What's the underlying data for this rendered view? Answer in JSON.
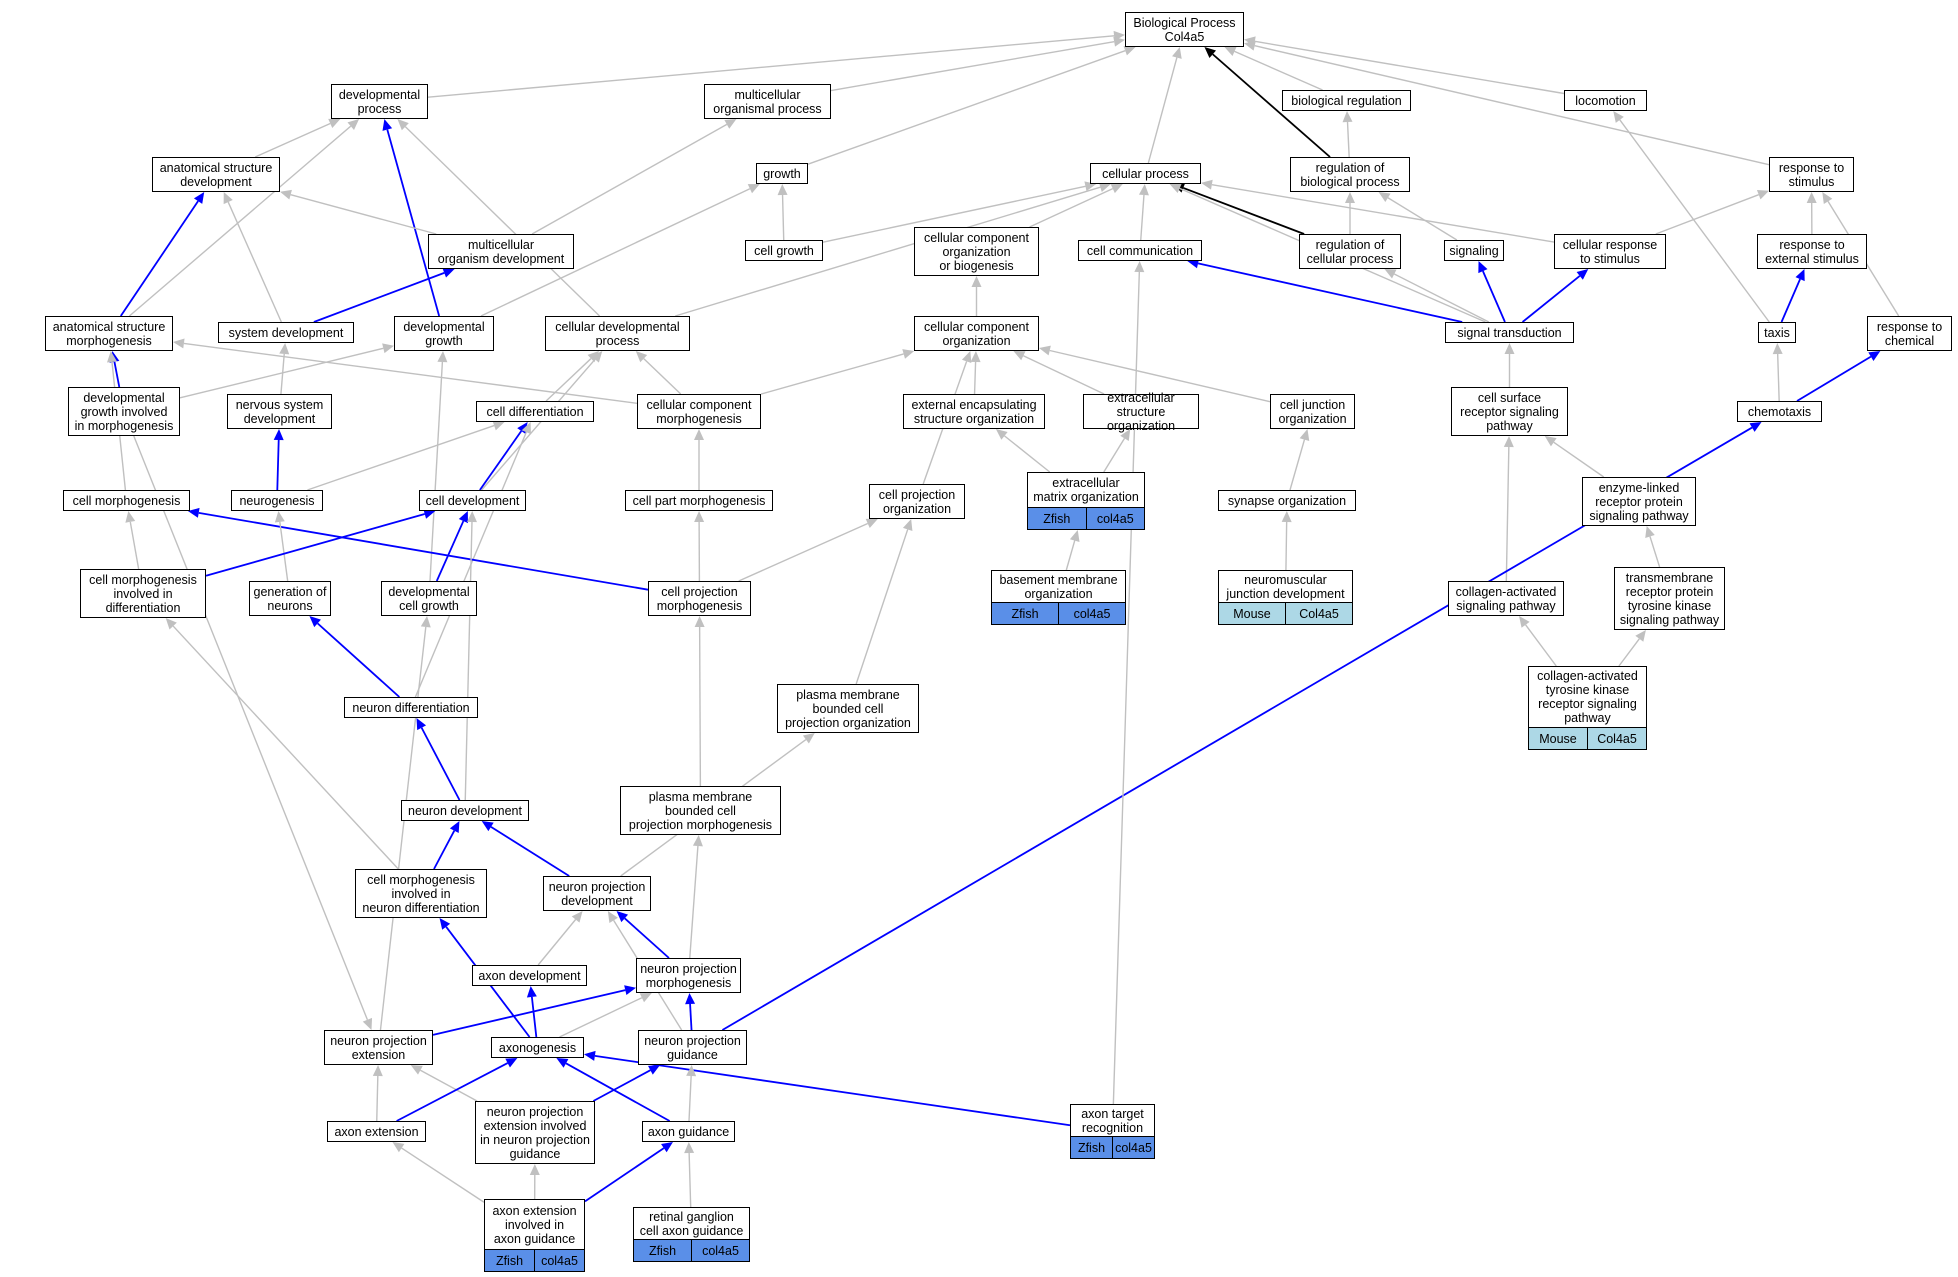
{
  "colors": {
    "grey_edge": "#c0c0c0",
    "blue_edge": "#0000ff",
    "black_edge": "#000000",
    "zfish": "#5a8fe8",
    "mouse": "#add8e6"
  },
  "nodes": {
    "root": "Biological Process\nCol4a5",
    "dev_process": "developmental\nprocess",
    "multicell_proc": "multicellular\norganismal process",
    "bio_reg": "biological regulation",
    "locomotion": "locomotion",
    "anat_struct_dev": "anatomical structure\ndevelopment",
    "growth": "growth",
    "cellular_process": "cellular process",
    "reg_bio_proc": "regulation of\nbiological process",
    "response_stim": "response to\nstimulus",
    "multicell_org_dev": "multicellular\norganism development",
    "cell_growth": "cell growth",
    "ccobg": "cellular component\norganization\nor biogenesis",
    "cell_comm": "cell communication",
    "reg_cell_proc": "regulation of\ncellular process",
    "signaling": "signaling",
    "cell_resp_stim": "cellular response\nto stimulus",
    "resp_ext_stim": "response to\nexternal stimulus",
    "anat_struct_morph": "anatomical structure\nmorphogenesis",
    "system_dev": "system development",
    "dev_growth": "developmental\ngrowth",
    "cell_dev_process": "cellular developmental\nprocess",
    "cc_org": "cellular component\norganization",
    "signal_trans": "signal transduction",
    "taxis": "taxis",
    "resp_chem": "response to\nchemical",
    "dev_growth_morph": "developmental\ngrowth involved\nin morphogenesis",
    "nerv_sys_dev": "nervous system\ndevelopment",
    "cell_diff": "cell differentiation",
    "cc_morph": "cellular component\nmorphogenesis",
    "ext_encap": "external encapsulating\nstructure organization",
    "ecm_struct_org": "extracellular\nstructure organization",
    "cell_junc_org": "cell junction\norganization",
    "cs_rec_sig": "cell surface\nreceptor signaling\npathway",
    "chemotaxis": "chemotaxis",
    "cell_morph": "cell morphogenesis",
    "neurogenesis": "neurogenesis",
    "cell_development": "cell development",
    "cell_part_morph": "cell part morphogenesis",
    "cell_proj_org": "cell projection\norganization",
    "ecm_org": "extracellular\nmatrix organization",
    "synapse_org": "synapse organization",
    "enzyme_linked": "enzyme-linked\nreceptor protein\nsignaling pathway",
    "cell_morph_diff": "cell morphogenesis\ninvolved in\ndifferentiation",
    "gen_neurons": "generation of\nneurons",
    "dev_cell_growth": "developmental\ncell growth",
    "cell_proj_morph": "cell projection\nmorphogenesis",
    "basement_membrane": "basement membrane\norganization",
    "nmj_dev": "neuromuscular\njunction development",
    "collagen_act_sig": "collagen-activated\nsignaling pathway",
    "tm_rtk": "transmembrane\nreceptor protein\ntyrosine kinase\nsignaling pathway",
    "neuron_diff": "neuron differentiation",
    "pmb_cell_proj_org": "plasma membrane\nbounded cell\nprojection organization",
    "collagen_rtk": "collagen-activated\ntyrosine kinase\nreceptor signaling\npathway",
    "neuron_dev": "neuron development",
    "pmb_cell_proj_morph": "plasma membrane\nbounded cell\nprojection morphogenesis",
    "cell_morph_neuron_diff": "cell morphogenesis\ninvolved in\nneuron differentiation",
    "neuron_proj_dev": "neuron projection\ndevelopment",
    "axon_dev": "axon development",
    "neuron_proj_morph": "neuron projection\nmorphogenesis",
    "neuron_proj_ext": "neuron projection\nextension",
    "axonogenesis": "axonogenesis",
    "neuron_proj_guid": "neuron projection\nguidance",
    "axon_extension": "axon extension",
    "npe_guidance": "neuron projection\nextension involved\nin neuron projection\nguidance",
    "axon_guidance": "axon guidance",
    "axon_target": "axon target\nrecognition",
    "axon_ext_guid": "axon extension\ninvolved in\naxon guidance",
    "rgc_guidance": "retinal ganglion\ncell axon guidance"
  },
  "annotations": {
    "ecm_org": [
      "Zfish",
      "col4a5"
    ],
    "basement_membrane": [
      "Zfish",
      "col4a5"
    ],
    "nmj_dev": [
      "Mouse",
      "Col4a5"
    ],
    "collagen_rtk": [
      "Mouse",
      "Col4a5"
    ],
    "axon_target": [
      "Zfish",
      "col4a5"
    ],
    "axon_ext_guid": [
      "Zfish",
      "col4a5"
    ],
    "rgc_guidance": [
      "Zfish",
      "col4a5"
    ]
  },
  "edges": [
    [
      "dev_process",
      "root",
      "g"
    ],
    [
      "multicell_proc",
      "root",
      "g"
    ],
    [
      "growth",
      "root",
      "g"
    ],
    [
      "cellular_process",
      "root",
      "g"
    ],
    [
      "bio_reg",
      "root",
      "g"
    ],
    [
      "reg_bio_proc",
      "root",
      "k"
    ],
    [
      "locomotion",
      "root",
      "g"
    ],
    [
      "response_stim",
      "root",
      "g"
    ],
    [
      "anat_struct_dev",
      "dev_process",
      "g"
    ],
    [
      "anat_struct_morph",
      "dev_process",
      "g"
    ],
    [
      "dev_growth",
      "dev_process",
      "b"
    ],
    [
      "cell_dev_process",
      "dev_process",
      "g"
    ],
    [
      "multicell_org_dev",
      "multicell_proc",
      "g"
    ],
    [
      "reg_bio_proc",
      "bio_reg",
      "g"
    ],
    [
      "taxis",
      "locomotion",
      "g"
    ],
    [
      "anat_struct_morph",
      "anat_struct_dev",
      "b"
    ],
    [
      "multicell_org_dev",
      "anat_struct_dev",
      "g"
    ],
    [
      "system_dev",
      "anat_struct_dev",
      "g"
    ],
    [
      "cell_growth",
      "growth",
      "g"
    ],
    [
      "dev_growth",
      "growth",
      "g"
    ],
    [
      "cell_growth",
      "cellular_process",
      "g"
    ],
    [
      "ccobg",
      "cellular_process",
      "g"
    ],
    [
      "cell_comm",
      "cellular_process",
      "g"
    ],
    [
      "reg_cell_proc",
      "cellular_process",
      "k"
    ],
    [
      "cell_resp_stim",
      "cellular_process",
      "g"
    ],
    [
      "cell_dev_process",
      "cellular_process",
      "g"
    ],
    [
      "signal_trans",
      "cellular_process",
      "g"
    ],
    [
      "reg_cell_proc",
      "reg_bio_proc",
      "g"
    ],
    [
      "signaling",
      "reg_bio_proc",
      "g"
    ],
    [
      "cell_resp_stim",
      "response_stim",
      "g"
    ],
    [
      "resp_ext_stim",
      "response_stim",
      "g"
    ],
    [
      "resp_chem",
      "response_stim",
      "g"
    ],
    [
      "system_dev",
      "multicell_org_dev",
      "b"
    ],
    [
      "cc_org",
      "ccobg",
      "g"
    ],
    [
      "signal_trans",
      "cell_comm",
      "b"
    ],
    [
      "signal_trans",
      "reg_cell_proc",
      "g"
    ],
    [
      "signal_trans",
      "signaling",
      "b"
    ],
    [
      "signal_trans",
      "cell_resp_stim",
      "b"
    ],
    [
      "taxis",
      "resp_ext_stim",
      "b"
    ],
    [
      "dev_growth_morph",
      "anat_struct_morph",
      "b"
    ],
    [
      "cell_morph",
      "anat_struct_morph",
      "g"
    ],
    [
      "cc_morph",
      "anat_struct_morph",
      "g"
    ],
    [
      "nerv_sys_dev",
      "system_dev",
      "g"
    ],
    [
      "dev_growth_morph",
      "dev_growth",
      "g"
    ],
    [
      "dev_cell_growth",
      "dev_growth",
      "g"
    ],
    [
      "cell_diff",
      "cell_dev_process",
      "g"
    ],
    [
      "cc_morph",
      "cell_dev_process",
      "g"
    ],
    [
      "cell_development",
      "cell_dev_process",
      "g"
    ],
    [
      "cc_morph",
      "cc_org",
      "g"
    ],
    [
      "ext_encap",
      "cc_org",
      "g"
    ],
    [
      "ecm_struct_org",
      "cc_org",
      "g"
    ],
    [
      "cell_junc_org",
      "cc_org",
      "g"
    ],
    [
      "cell_proj_org",
      "cc_org",
      "g"
    ],
    [
      "cs_rec_sig",
      "signal_trans",
      "g"
    ],
    [
      "chemotaxis",
      "taxis",
      "g"
    ],
    [
      "chemotaxis",
      "resp_chem",
      "b"
    ],
    [
      "neurogenesis",
      "nerv_sys_dev",
      "b"
    ],
    [
      "neurogenesis",
      "cell_diff",
      "g"
    ],
    [
      "cell_development",
      "cell_diff",
      "b"
    ],
    [
      "neuron_diff",
      "cell_diff",
      "g"
    ],
    [
      "cell_part_morph",
      "cc_morph",
      "g"
    ],
    [
      "ecm_org",
      "ext_encap",
      "g"
    ],
    [
      "ecm_org",
      "ecm_struct_org",
      "g"
    ],
    [
      "synapse_org",
      "cell_junc_org",
      "g"
    ],
    [
      "enzyme_linked",
      "cs_rec_sig",
      "g"
    ],
    [
      "collagen_act_sig",
      "cs_rec_sig",
      "g"
    ],
    [
      "neuron_proj_guid",
      "chemotaxis",
      "b"
    ],
    [
      "cell_morph_diff",
      "cell_morph",
      "g"
    ],
    [
      "cell_proj_morph",
      "cell_morph",
      "b"
    ],
    [
      "gen_neurons",
      "neurogenesis",
      "g"
    ],
    [
      "cell_morph_diff",
      "cell_development",
      "b"
    ],
    [
      "dev_cell_growth",
      "cell_development",
      "b"
    ],
    [
      "neuron_dev",
      "cell_development",
      "g"
    ],
    [
      "cell_proj_morph",
      "cell_part_morph",
      "g"
    ],
    [
      "cell_proj_morph",
      "cell_proj_org",
      "g"
    ],
    [
      "pmb_cell_proj_org",
      "cell_proj_org",
      "g"
    ],
    [
      "basement_membrane",
      "ecm_org",
      "g"
    ],
    [
      "nmj_dev",
      "synapse_org",
      "g"
    ],
    [
      "tm_rtk",
      "enzyme_linked",
      "g"
    ],
    [
      "collagen_rtk",
      "collagen_act_sig",
      "g"
    ],
    [
      "collagen_rtk",
      "tm_rtk",
      "g"
    ],
    [
      "neuron_diff",
      "gen_neurons",
      "b"
    ],
    [
      "neuron_proj_ext",
      "dev_cell_growth",
      "g"
    ],
    [
      "pmb_cell_proj_morph",
      "cell_proj_morph",
      "g"
    ],
    [
      "neuron_dev",
      "neuron_diff",
      "b"
    ],
    [
      "neuron_proj_dev",
      "pmb_cell_proj_org",
      "g"
    ],
    [
      "cell_morph_neuron_diff",
      "neuron_dev",
      "b"
    ],
    [
      "neuron_proj_dev",
      "neuron_dev",
      "b"
    ],
    [
      "neuron_proj_morph",
      "pmb_cell_proj_morph",
      "g"
    ],
    [
      "cell_morph_neuron_diff",
      "cell_morph_diff",
      "g"
    ],
    [
      "axonogenesis",
      "cell_morph_neuron_diff",
      "b"
    ],
    [
      "axon_dev",
      "neuron_proj_dev",
      "g"
    ],
    [
      "neuron_proj_morph",
      "neuron_proj_dev",
      "b"
    ],
    [
      "neuron_proj_guid",
      "neuron_proj_dev",
      "g"
    ],
    [
      "axonogenesis",
      "axon_dev",
      "b"
    ],
    [
      "neuron_proj_ext",
      "neuron_proj_morph",
      "b"
    ],
    [
      "axonogenesis",
      "neuron_proj_morph",
      "g"
    ],
    [
      "neuron_proj_guid",
      "neuron_proj_morph",
      "b"
    ],
    [
      "dev_growth_morph",
      "neuron_proj_ext",
      "g"
    ],
    [
      "axon_extension",
      "neuron_proj_ext",
      "g"
    ],
    [
      "npe_guidance",
      "neuron_proj_ext",
      "g"
    ],
    [
      "axon_extension",
      "axonogenesis",
      "b"
    ],
    [
      "axon_guidance",
      "axonogenesis",
      "b"
    ],
    [
      "axon_target",
      "axonogenesis",
      "b"
    ],
    [
      "npe_guidance",
      "neuron_proj_guid",
      "b"
    ],
    [
      "axon_guidance",
      "neuron_proj_guid",
      "g"
    ],
    [
      "axon_ext_guid",
      "axon_extension",
      "g"
    ],
    [
      "axon_ext_guid",
      "npe_guidance",
      "g"
    ],
    [
      "axon_ext_guid",
      "axon_guidance",
      "b"
    ],
    [
      "rgc_guidance",
      "axon_guidance",
      "g"
    ],
    [
      "axon_target",
      "cell_comm",
      "g"
    ]
  ]
}
